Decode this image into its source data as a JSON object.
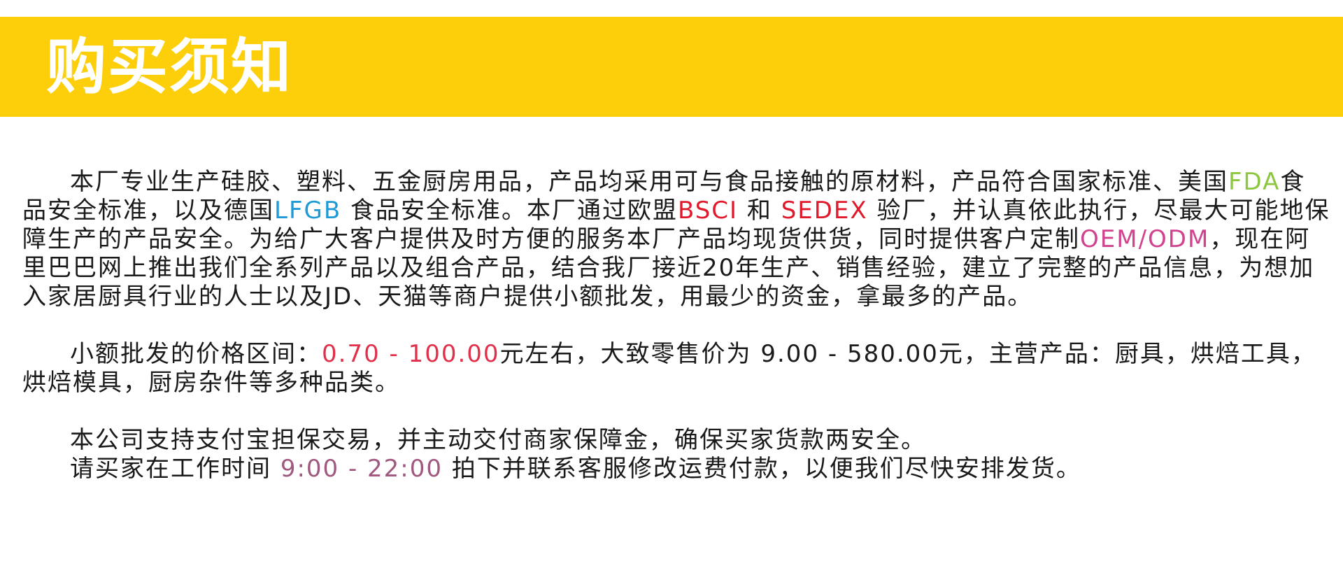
{
  "header": {
    "title": "购买须知"
  },
  "p1": {
    "t1": "本厂专业生产硅胶、塑料、五金厨房用品，产品均采用可与食品接触的原材料，产品符合国家标准、美国",
    "fda": "FDA",
    "t2": "食品安全标准，以及德国",
    "lfgb": "LFGB",
    "t3": " 食品安全标准。本厂通过欧盟",
    "bsci": "BSCI",
    "t4": " 和 ",
    "sedex": "SEDEX",
    "t5": " 验厂，并认真依此执行，尽最大可能地保障生产的产品安全。为给广大客户提供及时方便的服务本厂产品均现货供货，同时提供客户定制",
    "oem": "OEM/ODM",
    "t6": "，现在阿里巴巴网上推出我们全系列产品以及组合产品，结合我厂接近20年生产、销售经验，建立了完整的产品信息，为想加入家居厨具行业的人士以及JD、天猫等商户提供小额批发，用最少的资金，拿最多的产品。"
  },
  "p2": {
    "t1": "小额批发的价格区间：",
    "range": "0.70 - 100.00",
    "t2": "元左右，大致零售价为 9.00 - 580.00元，主营产品：厨具，烘焙工具，烘焙模具，厨房杂件等多种品类。"
  },
  "p3": {
    "t1": "本公司支持支付宝担保交易，并主动交付商家保障金，确保买家货款两安全。"
  },
  "p4": {
    "t1": "请买家在工作时间 ",
    "hours": "9:00 - 22:00",
    "t2": " 拍下并联系客服修改运费付款，以便我们尽快安排发货。"
  },
  "colors": {
    "banner": "#fdcf0b",
    "fda": "#8dc63f",
    "lfgb": "#1e9ad6",
    "bsci": "#e01a2b",
    "oem": "#d1428f",
    "price_range": "#e0304a",
    "hours": "#a0587f"
  }
}
